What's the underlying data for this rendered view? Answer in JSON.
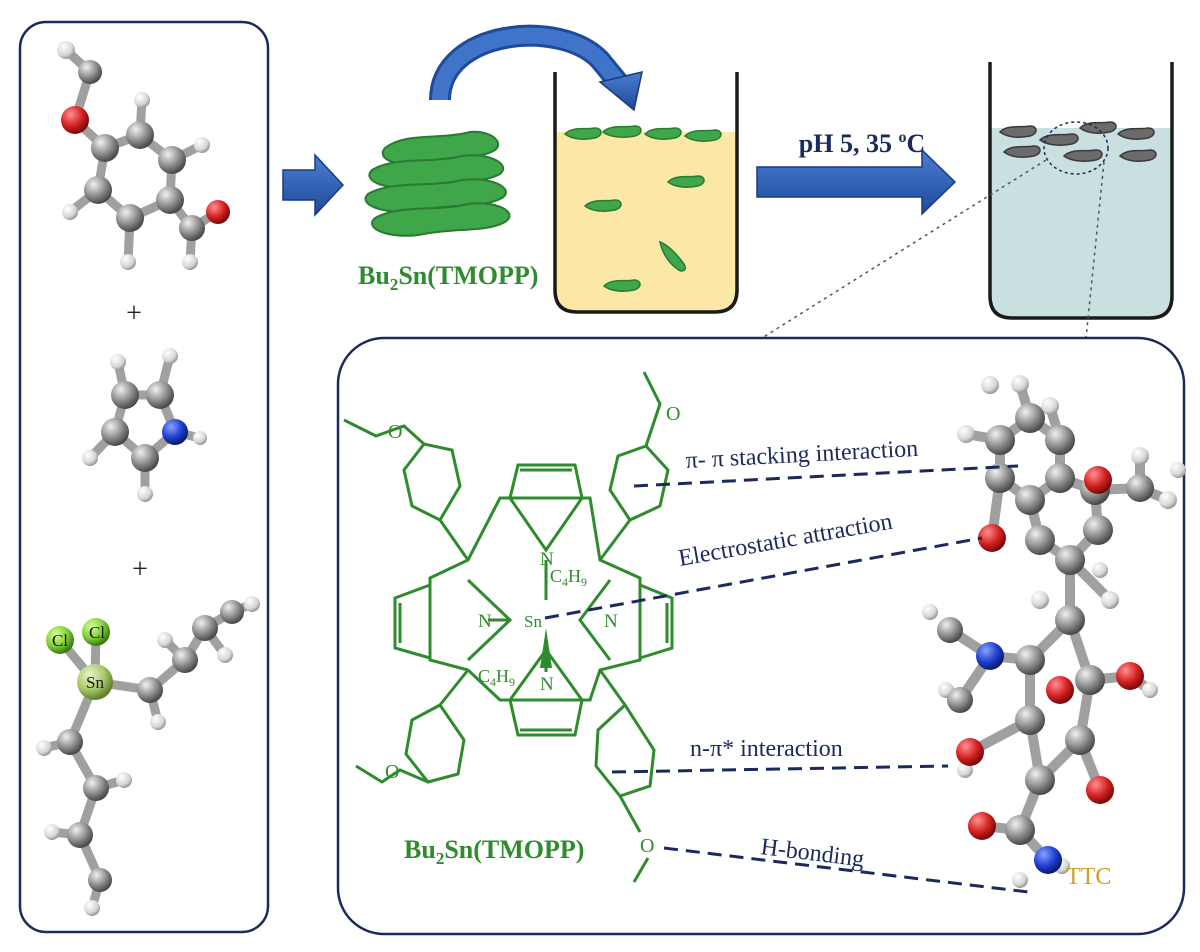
{
  "reagents": {
    "plus_1": "+",
    "plus_2": "+",
    "sncl_labels": {
      "cl_a": "Cl",
      "cl_b": "Cl",
      "sn": "Sn"
    }
  },
  "aggregate_label": {
    "base": "Bu",
    "sub": "2",
    "rest": "Sn(TMOPP)"
  },
  "conditions": {
    "pre": "pH 5, 35 ",
    "sup": "o",
    "post": "C"
  },
  "structure": {
    "formula_label": {
      "base": "Bu",
      "sub": "2",
      "rest": "Sn(TMOPP)"
    },
    "atoms": {
      "n_top": "N",
      "n_bottom": "N",
      "n_left": "N",
      "n_right": "N",
      "sn": "Sn"
    },
    "axial_top": {
      "c": "C",
      "c_sub": "4",
      "h": "H",
      "h_sub": "9"
    },
    "axial_bottom": {
      "c": "C",
      "c_sub": "4",
      "h": "H",
      "h_sub": "9"
    }
  },
  "interactions": [
    {
      "label": "π- π stacking interaction"
    },
    {
      "label": "Electrostatic attraction"
    },
    {
      "label": "n-π* interaction"
    },
    {
      "label": "H-bonding"
    }
  ],
  "drug_label": "TTC",
  "colors": {
    "arrow": "#2f5fb3",
    "porphyrin": "#2e8b2e",
    "solution_before": "#fbe8a6",
    "solution_after": "#c9dfe0",
    "frame": "#1a2a5c",
    "oxygen": "#d42020",
    "nitrogen": "#1f3fd0",
    "carbon": "#8c8c8c",
    "chlorine": "#7fcf3a",
    "tin": "#a7c96a"
  }
}
